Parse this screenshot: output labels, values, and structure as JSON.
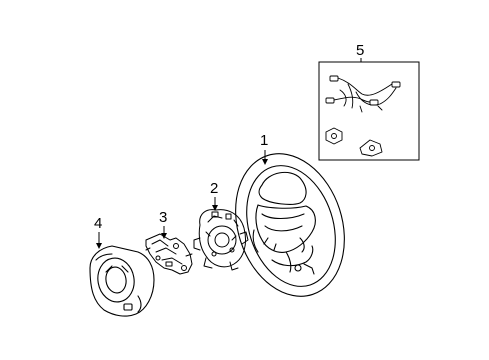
{
  "diagram": {
    "callouts": {
      "c1": "1",
      "c2": "2",
      "c3": "3",
      "c4": "4",
      "c5": "5"
    },
    "colors": {
      "line": "#000000",
      "background": "#ffffff"
    },
    "parts": [
      {
        "label": "1",
        "icon": "steering-wheel-icon"
      },
      {
        "label": "2",
        "icon": "clock-spring-icon"
      },
      {
        "label": "3",
        "icon": "mounting-bracket-icon"
      },
      {
        "label": "4",
        "icon": "steering-column-cover-icon"
      },
      {
        "label": "5",
        "icon": "wiring-harness-kit-icon"
      }
    ]
  }
}
